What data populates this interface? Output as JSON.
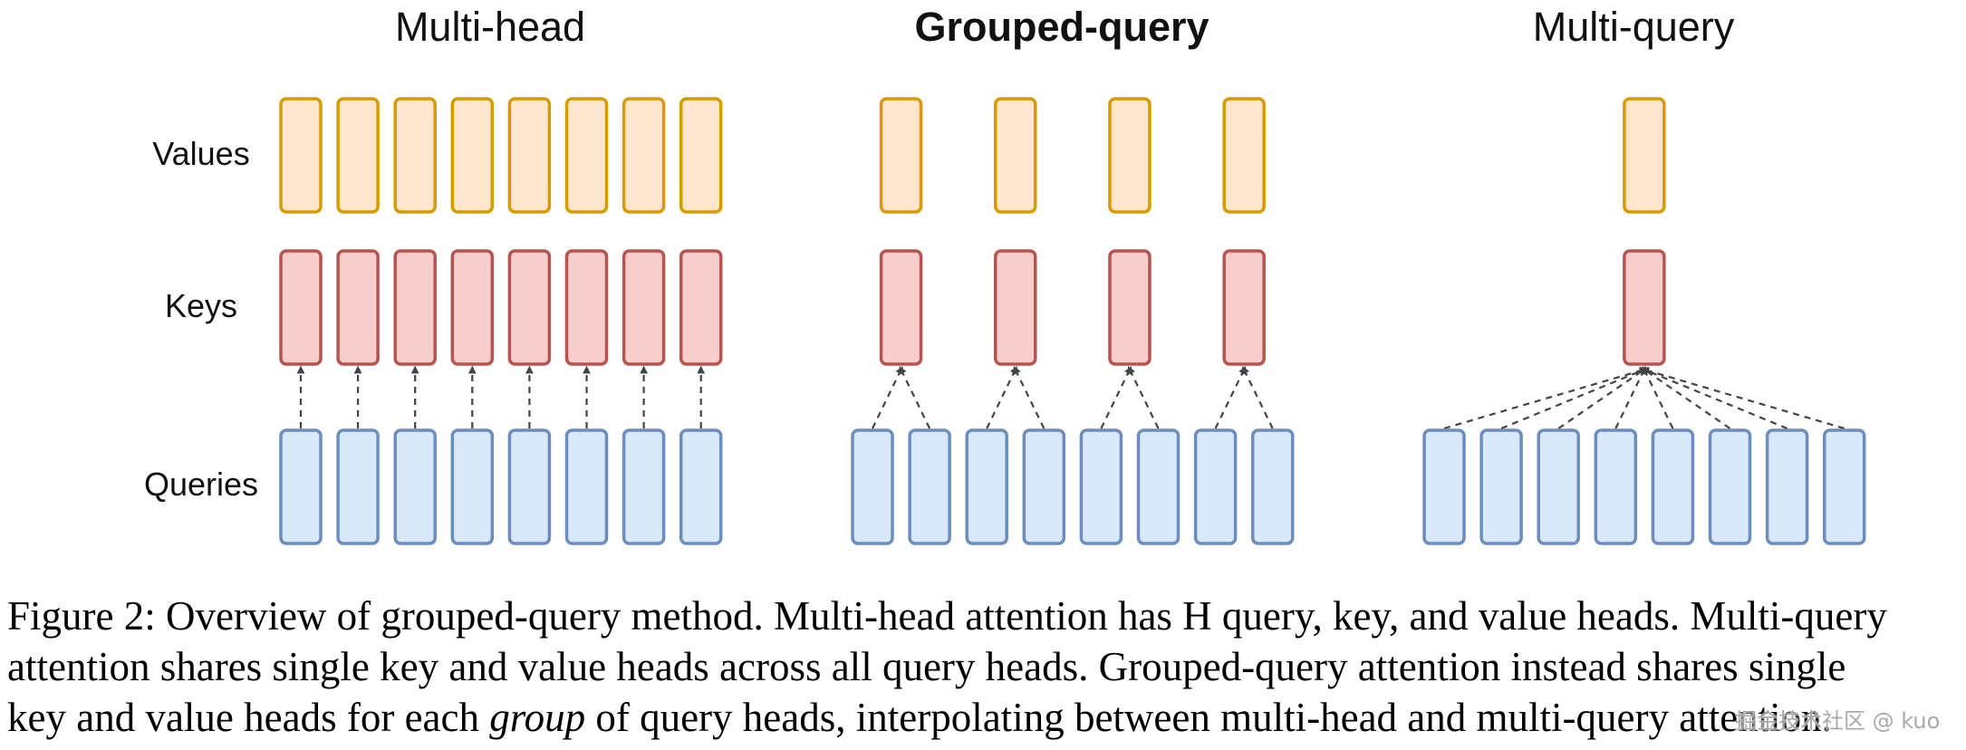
{
  "panels": [
    {
      "title": "Multi-head",
      "bold": false,
      "num_queries": 8,
      "num_kv_heads": 8
    },
    {
      "title": "Grouped-query",
      "bold": true,
      "num_queries": 8,
      "num_kv_heads": 4
    },
    {
      "title": "Multi-query",
      "bold": false,
      "num_queries": 8,
      "num_kv_heads": 1
    }
  ],
  "row_labels": {
    "values": "Values",
    "keys": "Keys",
    "queries": "Queries"
  },
  "colors": {
    "values_border": "#d79b00",
    "values_fill": "#ffe6cc",
    "keys_border": "#b85450",
    "keys_fill": "#f8cecc",
    "queries_border": "#6c8ebf",
    "queries_fill": "#dae8fc",
    "connector": "#444444"
  },
  "caption": {
    "line1": "Figure 2: Overview of grouped-query method. Multi-head attention has H query, key, and value heads. Multi-query",
    "line2": "attention shares single key and value heads across all query heads. Grouped-query attention instead shares single",
    "line3_before": "key and value heads for each ",
    "line3_em": "group",
    "line3_after": " of query heads, interpolating between multi-head and multi-query attention."
  },
  "watermark": "掘金技术社区 @ kuo"
}
